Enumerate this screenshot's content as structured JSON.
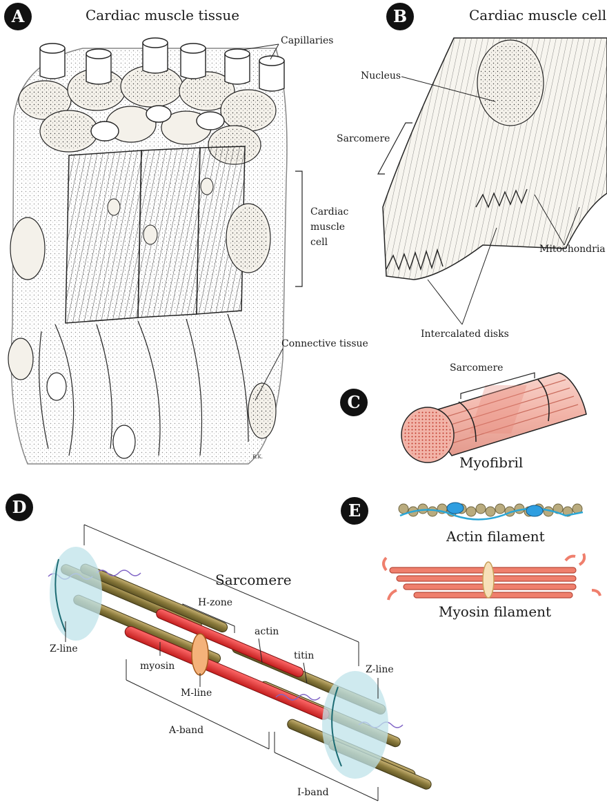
{
  "panel_a": {
    "badge": "A",
    "title": "Cardiac muscle tissue",
    "labels": {
      "capillaries": "Capillaries",
      "cardiac_muscle_cell": "Cardiac muscle cell",
      "connective_tissue": "Connective tissue",
      "signature": "R.K."
    }
  },
  "panel_b": {
    "badge": "B",
    "title": "Cardiac muscle cell",
    "labels": {
      "nucleus": "Nucleus",
      "sarcomere": "Sarcomere",
      "mitochondria": "Mitochondria",
      "intercalated_disks": "Intercalated disks"
    }
  },
  "panel_c": {
    "badge": "C",
    "labels": {
      "sarcomere": "Sarcomere",
      "myofibril": "Myofibril"
    }
  },
  "panel_d": {
    "badge": "D",
    "labels": {
      "sarcomere": "Sarcomere",
      "h_zone": "H-zone",
      "actin": "actin",
      "titin": "titin",
      "z_line_left": "Z-line",
      "z_line_right": "Z-line",
      "myosin": "myosin",
      "m_line": "M-line",
      "a_band": "A-band",
      "i_band": "I-band"
    }
  },
  "panel_e": {
    "badge": "E",
    "labels": {
      "actin_filament": "Actin filament",
      "myosin_filament": "Myosin filament"
    }
  },
  "colors": {
    "badge": "#111111",
    "myofibril": "#f2b4a8",
    "actin_bead": "#b9ab7e",
    "tropomyosin": "#2aa6d6",
    "myosin": "#ef7f6d",
    "titin": "#7f63c6",
    "z_disc": "#bfe3ea"
  }
}
